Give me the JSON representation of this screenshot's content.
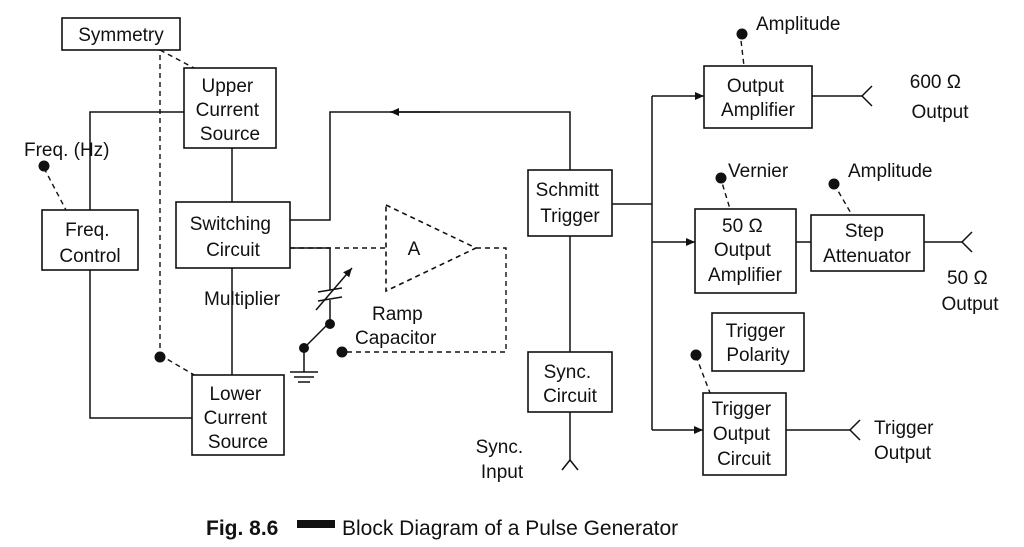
{
  "blocks": {
    "symmetry": [
      "Symmetry"
    ],
    "upper_current_source": [
      "Upper",
      "Current",
      "Source"
    ],
    "freq_control": [
      "Freq.",
      "Control"
    ],
    "switching_circuit": [
      "Switching",
      "Circuit"
    ],
    "lower_current_source": [
      "Lower",
      "Current",
      "Source"
    ],
    "amplifier": [
      "A"
    ],
    "schmitt_trigger": [
      "Schmitt",
      "Trigger"
    ],
    "sync_circuit": [
      "Sync.",
      "Circuit"
    ],
    "output_amplifier": [
      "Output",
      "Amplifier"
    ],
    "output_amplifier_50": [
      "50 Ω",
      "Output",
      "Amplifier"
    ],
    "step_attenuator": [
      "Step",
      "Attenuator"
    ],
    "trigger_polarity": [
      "Trigger",
      "Polarity"
    ],
    "trigger_output_circuit": [
      "Trigger",
      "Output",
      "Circuit"
    ]
  },
  "labels": {
    "freq_hz": [
      "Freq. (Hz)"
    ],
    "multiplier": [
      "Multiplier"
    ],
    "ramp_capacitor": [
      "Ramp",
      "Capacitor"
    ],
    "sync_input": [
      "Sync.",
      "Input"
    ],
    "amplitude_top": [
      "Amplitude"
    ],
    "output_600": [
      "600 Ω",
      "Output"
    ],
    "vernier": [
      "Vernier"
    ],
    "amplitude_mid": [
      "Amplitude"
    ],
    "output_50": [
      "50 Ω",
      "Output"
    ],
    "trigger_output": [
      "Trigger",
      "Output"
    ]
  },
  "caption": {
    "fig": "Fig. 8.6",
    "text": "Block Diagram of a Pulse Generator"
  }
}
